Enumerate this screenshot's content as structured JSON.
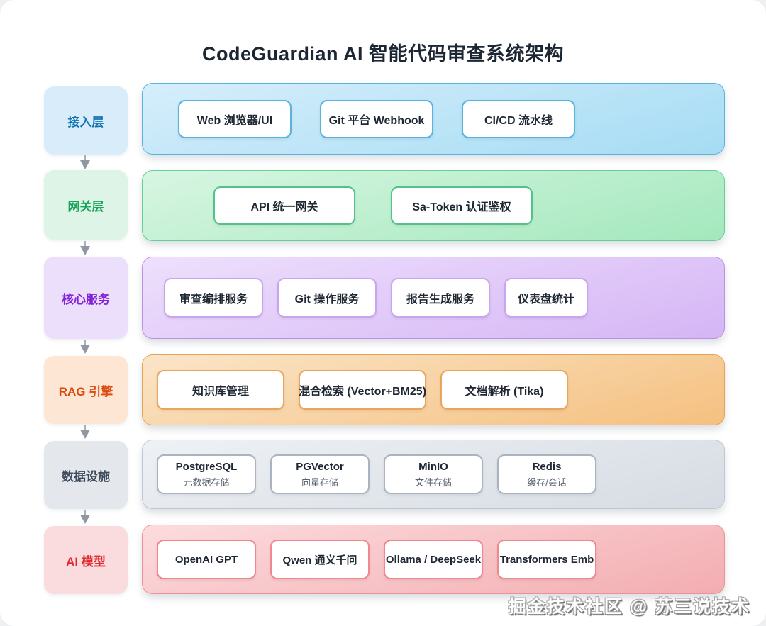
{
  "title": "CodeGuardian AI 智能代码审查系统架构",
  "watermark": "掘金技术社区 @ 苏三说技术",
  "arrow_color": "#8f97a3",
  "layers": [
    {
      "label": "接入层",
      "colors": {
        "label_bg": "#d8edf9",
        "label_fg": "#1273b4",
        "band_top": "#d6eefb",
        "band_bottom": "#a5dcf4",
        "band_border": "#58b4df",
        "node_border": "#58b4df"
      },
      "nodes": [
        {
          "title": "Web 浏览器/UI"
        },
        {
          "title": "Git 平台 Webhook"
        },
        {
          "title": "CI/CD 流水线"
        }
      ]
    },
    {
      "label": "网关层",
      "colors": {
        "label_bg": "#def4e7",
        "label_fg": "#17a45c",
        "band_top": "#d8f6e2",
        "band_bottom": "#a3e8bd",
        "band_border": "#63d095",
        "node_border": "#54c288"
      },
      "nodes": [
        {
          "title": "API 统一网关"
        },
        {
          "title": "Sa-Token 认证鉴权"
        }
      ]
    },
    {
      "label": "核心服务",
      "colors": {
        "label_bg": "#ebdffb",
        "label_fg": "#8322d8",
        "band_top": "#eee0fc",
        "band_bottom": "#d5b5f5",
        "band_border": "#bd90ea",
        "node_border": "#c8a6ef"
      },
      "nodes": [
        {
          "title": "审查编排服务"
        },
        {
          "title": "Git 操作服务"
        },
        {
          "title": "报告生成服务"
        },
        {
          "title": "仪表盘统计"
        }
      ]
    },
    {
      "label": "RAG 引擎",
      "colors": {
        "label_bg": "#fde6d4",
        "label_fg": "#da4a0e",
        "band_top": "#fae5c8",
        "band_bottom": "#f5c07f",
        "band_border": "#e8a152",
        "node_border": "#eaa55b"
      },
      "nodes": [
        {
          "title": "知识库管理"
        },
        {
          "title": "混合检索 (Vector+BM25)"
        },
        {
          "title": "文档解析 (Tika)"
        }
      ]
    },
    {
      "label": "数据设施",
      "colors": {
        "label_bg": "#e4e7eb",
        "label_fg": "#3e4c5d",
        "band_top": "#eef1f5",
        "band_bottom": "#d6dce3",
        "band_border": "#bfc8d1",
        "node_border": "#a9b4c0"
      },
      "nodes": [
        {
          "title": "PostgreSQL",
          "subtitle": "元数据存储"
        },
        {
          "title": "PGVector",
          "subtitle": "向量存储"
        },
        {
          "title": "MinIO",
          "subtitle": "文件存储"
        },
        {
          "title": "Redis",
          "subtitle": "缓存/会话"
        }
      ]
    },
    {
      "label": "AI 模型",
      "colors": {
        "label_bg": "#fbdcde",
        "label_fg": "#df2b30",
        "band_top": "#fcdcde",
        "band_bottom": "#f3adb1",
        "band_border": "#ee9196",
        "node_border": "#f0888d"
      },
      "nodes": [
        {
          "title": "OpenAI GPT"
        },
        {
          "title": "Qwen 通义千问"
        },
        {
          "title": "Ollama / DeepSeek"
        },
        {
          "title": "Transformers Emb"
        }
      ]
    }
  ]
}
